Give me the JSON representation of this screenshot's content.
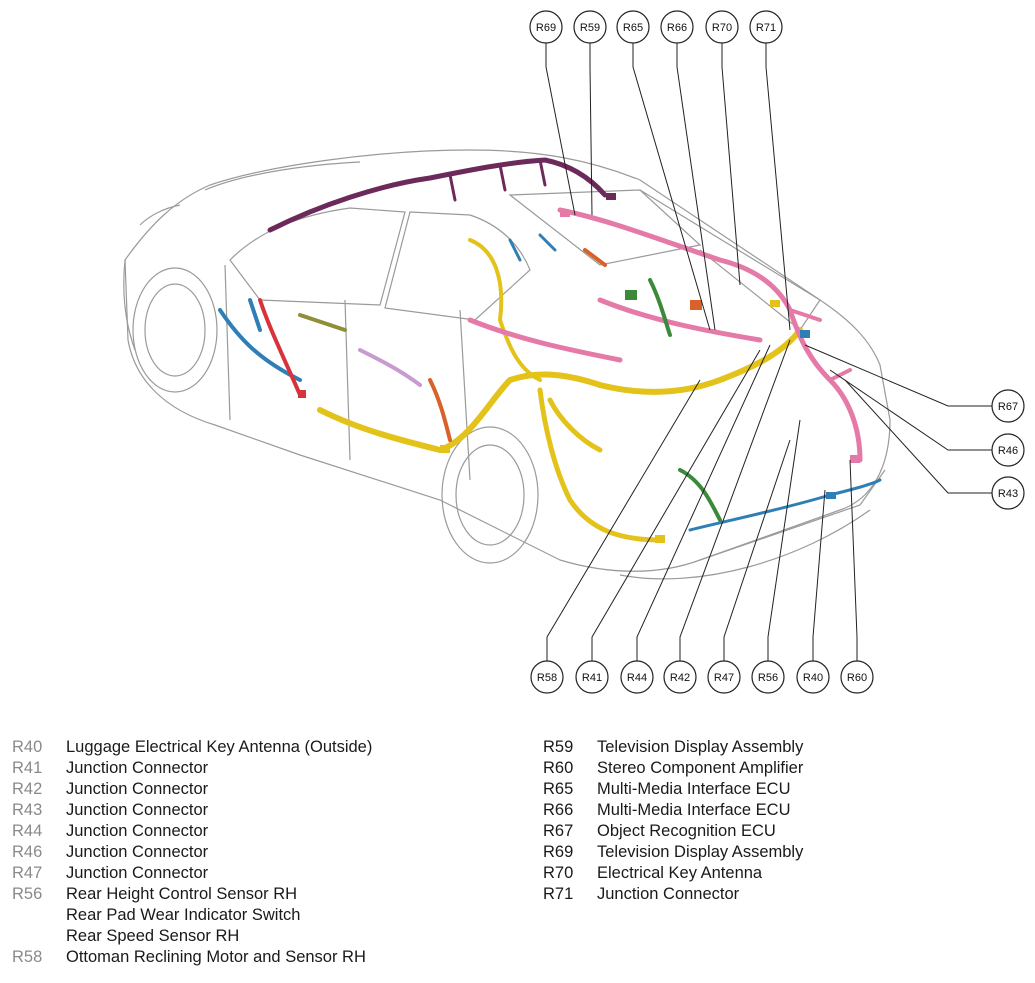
{
  "callouts_top": [
    "R69",
    "R59",
    "R65",
    "R66",
    "R70",
    "R71"
  ],
  "callouts_right": [
    "R67",
    "R46",
    "R43"
  ],
  "callouts_bottom": [
    "R58",
    "R41",
    "R44",
    "R42",
    "R47",
    "R56",
    "R40",
    "R60"
  ],
  "legend_left": [
    {
      "code": "R40",
      "desc": [
        "Luggage Electrical Key Antenna (Outside)"
      ]
    },
    {
      "code": "R41",
      "desc": [
        "Junction Connector"
      ]
    },
    {
      "code": "R42",
      "desc": [
        "Junction Connector"
      ]
    },
    {
      "code": "R43",
      "desc": [
        "Junction Connector"
      ]
    },
    {
      "code": "R44",
      "desc": [
        "Junction Connector"
      ]
    },
    {
      "code": "R46",
      "desc": [
        "Junction Connector"
      ]
    },
    {
      "code": "R47",
      "desc": [
        "Junction Connector"
      ]
    },
    {
      "code": "R56",
      "desc": [
        "Rear Height Control Sensor RH",
        "Rear Pad Wear Indicator Switch",
        "Rear Speed Sensor RH"
      ]
    },
    {
      "code": "R58",
      "desc": [
        "Ottoman Reclining Motor and Sensor RH"
      ]
    }
  ],
  "legend_right": [
    {
      "code": "R59",
      "desc": [
        "Television Display Assembly"
      ]
    },
    {
      "code": "R60",
      "desc": [
        "Stereo Component Amplifier"
      ]
    },
    {
      "code": "R65",
      "desc": [
        "Multi-Media Interface ECU"
      ]
    },
    {
      "code": "R66",
      "desc": [
        "Multi-Media Interface ECU"
      ]
    },
    {
      "code": "R67",
      "desc": [
        "Object Recognition ECU"
      ]
    },
    {
      "code": "R69",
      "desc": [
        "Television Display Assembly"
      ]
    },
    {
      "code": "R70",
      "desc": [
        "Electrical Key Antenna"
      ]
    },
    {
      "code": "R71",
      "desc": [
        "Junction Connector"
      ]
    }
  ],
  "harness_colors": {
    "yellow": "#e3c21a",
    "pink": "#e57aa8",
    "purple": "#6b2a5a",
    "blue": "#2f7fb6",
    "red": "#d8323c",
    "orange": "#d9622a",
    "green": "#3b8a3a",
    "lavender": "#c79ad0",
    "olive": "#8f8f3a"
  }
}
